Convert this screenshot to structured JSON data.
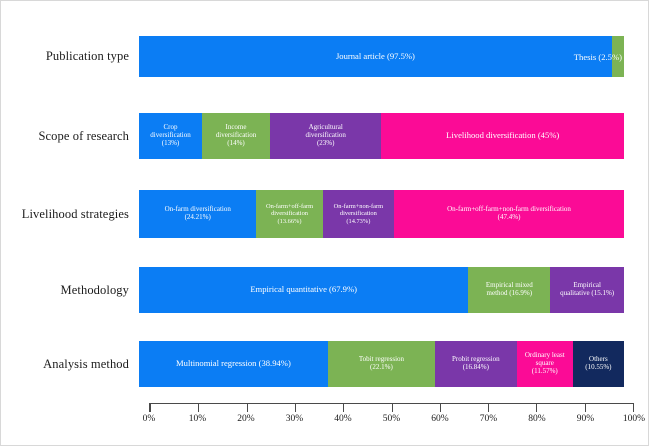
{
  "figure": {
    "background": "#ffffff",
    "label_text_color": "#1c1c1c",
    "segment_text_color": "#ffffff"
  },
  "palette": {
    "blue": "#0b7df4",
    "green": "#7cb354",
    "purple": "#7a37a9",
    "magenta": "#fb0b96",
    "navy": "#12295e"
  },
  "axis": {
    "ticks": [
      "0%",
      "10%",
      "20%",
      "30%",
      "40%",
      "50%",
      "60%",
      "70%",
      "80%",
      "90%",
      "100%"
    ],
    "min": 0,
    "max": 100,
    "unit": "%"
  },
  "chart_data": {
    "type": "bar",
    "orientation": "horizontal",
    "stacked": true,
    "normalized": true,
    "title": "",
    "xlabel": "",
    "ylabel": "",
    "xlim": [
      0,
      100
    ],
    "grid": false,
    "legend": "none",
    "tick_labels": [
      "0%",
      "10%",
      "20%",
      "30%",
      "40%",
      "50%",
      "60%",
      "70%",
      "80%",
      "90%",
      "100%"
    ],
    "categories": [
      "Publication type",
      "Scope of research",
      "Livelihood strategies",
      "Methodology",
      "Analysis method"
    ],
    "rows": [
      {
        "category": "Publication type",
        "segments": [
          {
            "label": "Journal article (97.5%)",
            "name": "Journal article",
            "value": 97.5,
            "color": "#0b7df4"
          },
          {
            "label": "Thesis (2.5%)",
            "name": "Thesis",
            "value": 2.5,
            "color": "#7cb354"
          }
        ]
      },
      {
        "category": "Scope of research",
        "segments": [
          {
            "label": "Crop\ndiversification\n(13%)",
            "name": "Crop diversification",
            "value": 13,
            "color": "#0b7df4"
          },
          {
            "label": "Income\ndiversification\n(14%)",
            "name": "Income diversification",
            "value": 14,
            "color": "#7cb354"
          },
          {
            "label": "Agricultural\ndiversification\n(23%)",
            "name": "Agricultural diversification",
            "value": 23,
            "color": "#7a37a9"
          },
          {
            "label": "Livelihood diversification (45%)",
            "name": "Livelihood diversification",
            "value": 45,
            "color": "#fb0b96"
          }
        ]
      },
      {
        "category": "Livelihood strategies",
        "segments": [
          {
            "label": "On-farm diversification\n(24.21%)",
            "name": "On-farm diversification",
            "value": 24.21,
            "color": "#0b7df4"
          },
          {
            "label": "On-farm+off-farm\ndiversification\n(13.66%)",
            "name": "On-farm+off-farm diversification",
            "value": 13.66,
            "color": "#7cb354"
          },
          {
            "label": "On-farm+non-farm\ndiversification\n(14.73%)",
            "name": "On-farm+non-farm diversification",
            "value": 14.73,
            "color": "#7a37a9"
          },
          {
            "label": "On-farm+off-farm+non-farm diversification\n(47.4%)",
            "name": "On-farm+off-farm+non-farm diversification",
            "value": 47.4,
            "color": "#fb0b96"
          }
        ]
      },
      {
        "category": "Methodology",
        "segments": [
          {
            "label": "Empirical quantitative (67.9%)",
            "name": "Empirical quantitative",
            "value": 67.9,
            "color": "#0b7df4"
          },
          {
            "label": "Empirical mixed\nmethod (16.9%)",
            "name": "Empirical mixed method",
            "value": 16.9,
            "color": "#7cb354"
          },
          {
            "label": "Empirical\nqualitative (15.1%)",
            "name": "Empirical qualitative",
            "value": 15.1,
            "color": "#7a37a9"
          }
        ]
      },
      {
        "category": "Analysis method",
        "segments": [
          {
            "label": "Multinomial regression (38.94%)",
            "name": "Multinomial regression",
            "value": 38.94,
            "color": "#0b7df4"
          },
          {
            "label": "Tobit regression\n(22.1%)",
            "name": "Tobit regression",
            "value": 22.1,
            "color": "#7cb354"
          },
          {
            "label": "Probit regression\n(16.84%)",
            "name": "Probit regression",
            "value": 16.84,
            "color": "#7a37a9"
          },
          {
            "label": "Ordinary least\nsquare\n(11.57%)",
            "name": "Ordinary least square",
            "value": 11.57,
            "color": "#fb0b96"
          },
          {
            "label": "Others\n(10.55%)",
            "name": "Others",
            "value": 10.55,
            "color": "#12295e"
          }
        ]
      }
    ]
  }
}
